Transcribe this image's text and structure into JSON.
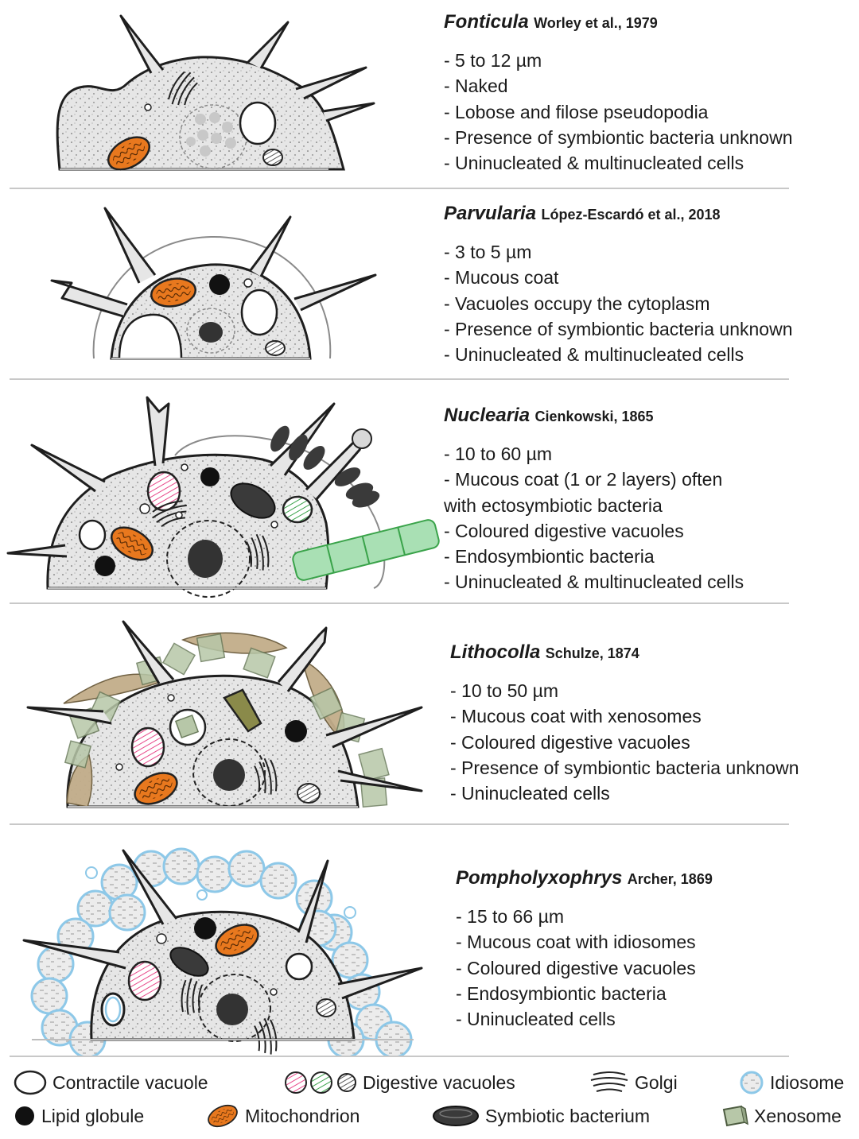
{
  "taxa": [
    {
      "genus": "Fonticula",
      "authority": "Worley et al., 1979",
      "traits": [
        "- 5 to 12 µm",
        "- Naked",
        "- Lobose and filose pseudopodia",
        "- Presence of symbiontic bacteria unknown",
        "- Uninucleated & multinucleated cells"
      ]
    },
    {
      "genus": "Parvularia",
      "authority": "López-Escardó et al., 2018",
      "traits": [
        "- 3 to 5 µm",
        "- Mucous coat",
        "- Vacuoles occupy the cytoplasm",
        "- Presence of symbiontic bacteria unknown",
        "- Uninucleated & multinucleated cells"
      ]
    },
    {
      "genus": "Nuclearia",
      "authority": "Cienkowski, 1865",
      "traits": [
        "- 10 to 60 µm",
        "- Mucous coat (1 or 2 layers) often",
        "with ectosymbiotic bacteria",
        "- Coloured digestive vacuoles",
        "- Endosymbiontic bacteria",
        "- Uninucleated & multinucleated cells"
      ]
    },
    {
      "genus": "Lithocolla",
      "authority": "Schulze, 1874",
      "traits": [
        "- 10 to 50 µm",
        "- Mucous coat with xenosomes",
        "- Coloured digestive vacuoles",
        "- Presence of symbiontic bacteria unknown",
        "- Uninucleated cells"
      ]
    },
    {
      "genus": "Pompholyxophrys",
      "authority": "Archer, 1869",
      "traits": [
        "- 15 to 66 µm",
        "- Mucous coat with idiosomes",
        "- Coloured digestive vacuoles",
        "- Endosymbiontic bacteria",
        "- Uninucleated cells"
      ]
    }
  ],
  "legend": {
    "contractile_vacuole": "Contractile vacuole",
    "digestive_vacuoles": "Digestive vacuoles",
    "golgi": "Golgi",
    "idiosome": "Idiosome",
    "lipid_globule": "Lipid globule",
    "mitochondrion": "Mitochondrion",
    "symbiotic_bacterium": "Symbiotic bacterium",
    "xenosome": "Xenosome"
  },
  "colors": {
    "cytoplasm": "#e6e6e6",
    "outline": "#1e1e1e",
    "mitochondrion": "#e8781e",
    "digestive_pink": "#e8488a",
    "digestive_green": "#3aa34a",
    "digestive_grey": "#9a9a9a",
    "ectosymbiont": "#a9e0b4",
    "xenosome": "#b7c7a8",
    "diatom": "#c2ad8a",
    "idiosome": "#8dc8e8",
    "divider": "#c8c8c8"
  }
}
